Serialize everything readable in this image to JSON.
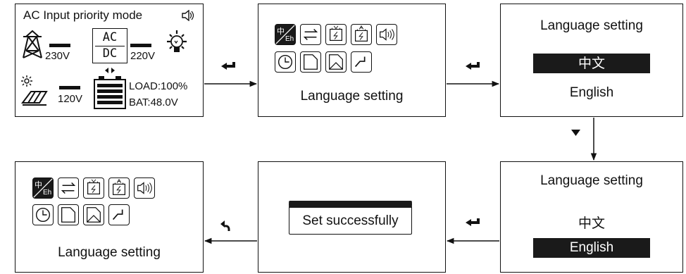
{
  "status_screen": {
    "title": "AC Input priority mode",
    "ac_label": "AC",
    "dc_label": "DC",
    "grid_voltage": "230V",
    "output_voltage": "220V",
    "pv_voltage": "120V",
    "load": "LOAD:100%",
    "battery": "BAT:48.0V"
  },
  "menu_screen": {
    "lang_icon_top": "中",
    "lang_icon_bottom": "Eh",
    "caption": "Language setting"
  },
  "language_screen_1": {
    "title": "Language setting",
    "options": [
      "中文",
      "English"
    ],
    "selected": "中文"
  },
  "language_screen_2": {
    "title": "Language setting",
    "options": [
      "中文",
      "English"
    ],
    "selected": "English"
  },
  "confirm_screen": {
    "message": "Set successfully"
  },
  "final_menu_screen": {
    "caption": "Language setting"
  },
  "symbols": {
    "enter": "↵",
    "return": "↰",
    "down": "▼",
    "enter_icon": "enter-key-icon",
    "back_icon": "back-arrow-icon"
  },
  "colors": {
    "highlight": "#1a1a1a",
    "line": "#111111"
  }
}
